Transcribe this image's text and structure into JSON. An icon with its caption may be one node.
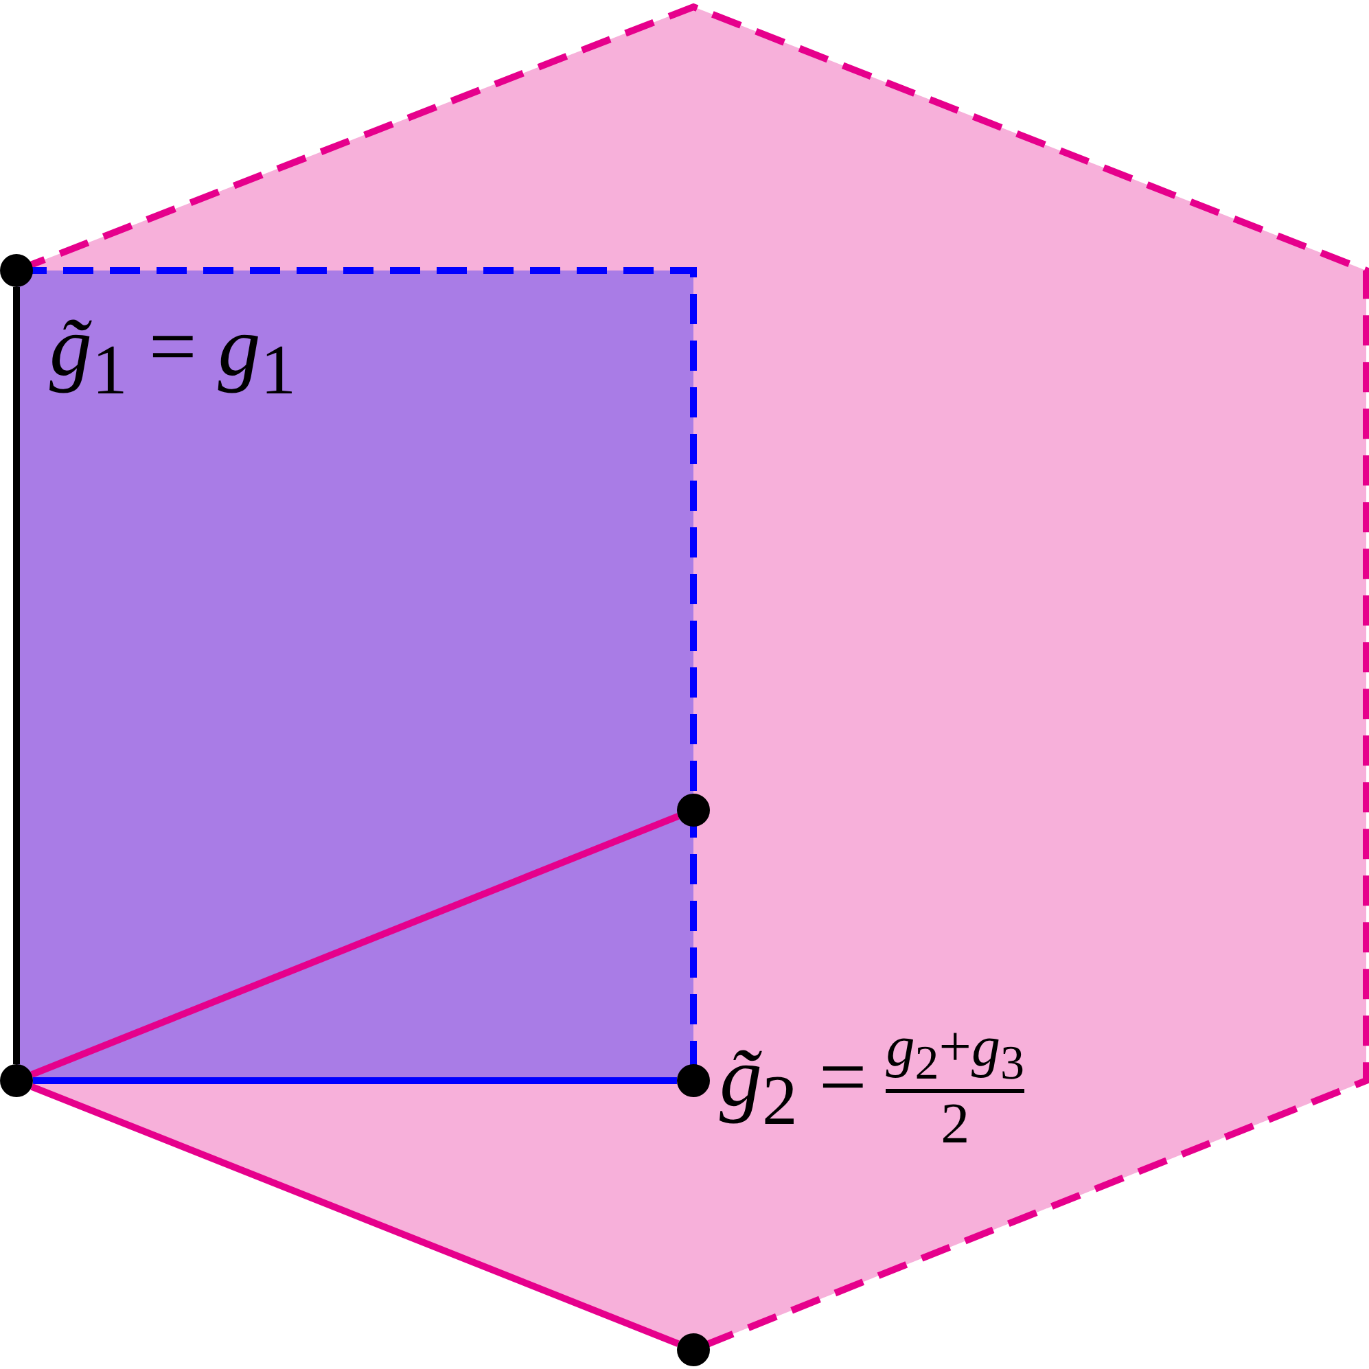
{
  "diagram": {
    "nodes": [
      {
        "text": [],
        "shape": "circle"
      },
      {
        "text": [],
        "shape": "circle"
      },
      {
        "text": [],
        "shape": "circle"
      },
      {
        "text": [],
        "shape": "circle"
      },
      {
        "text": [],
        "shape": "circle"
      }
    ],
    "edges": [
      {
        "from": 0,
        "to": 2,
        "arrow": "none",
        "color": "#000000"
      },
      {
        "from": 2,
        "to": 1,
        "arrow": "none",
        "color": "#e6008c"
      },
      {
        "from": 2,
        "to": 3,
        "arrow": "none",
        "color": "#0000ff"
      },
      {
        "from": 2,
        "to": 4,
        "arrow": "none",
        "color": "#e6008c"
      }
    ],
    "labels": [
      "*g̃*$_{1}$ = *g*$_{1}$",
      "*g̃*$_{2}$ =",
      "*g*$_{2}$+*g*$_{3}$",
      "2"
    ]
  }
}
